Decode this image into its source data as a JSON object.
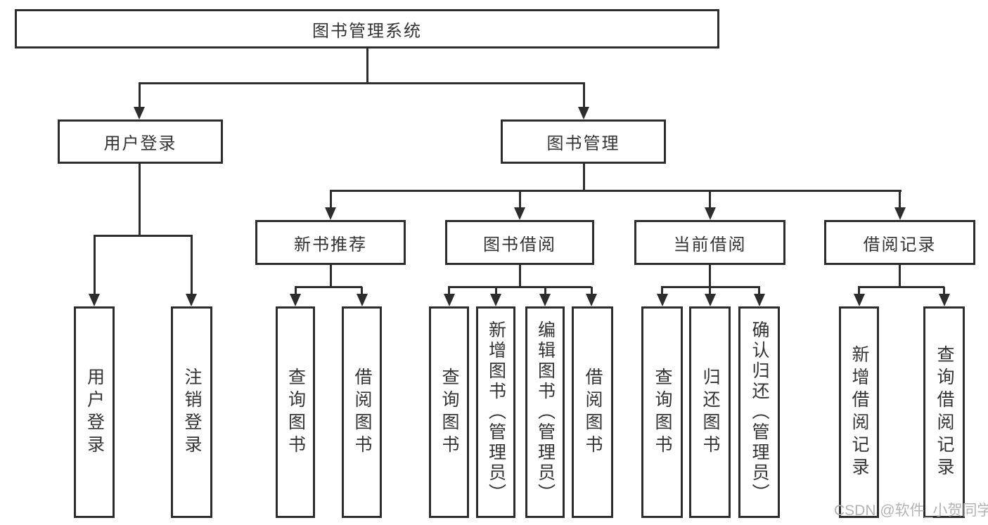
{
  "tree": {
    "label": "图书管理系统",
    "children": [
      {
        "label": "用户登录",
        "children": [
          {
            "label": "用户登录"
          },
          {
            "label": "注销登录"
          }
        ]
      },
      {
        "label": "图书管理",
        "children": [
          {
            "label": "新书推荐",
            "children": [
              {
                "label": "查询图书"
              },
              {
                "label": "借阅图书"
              }
            ]
          },
          {
            "label": "图书借阅",
            "children": [
              {
                "label": "查询图书"
              },
              {
                "label": "新增图书（管理员）"
              },
              {
                "label": "编辑图书（管理员）"
              },
              {
                "label": "借阅图书"
              }
            ]
          },
          {
            "label": "当前借阅",
            "children": [
              {
                "label": "查询图书"
              },
              {
                "label": "归还图书"
              },
              {
                "label": "确认归还（管理员）"
              }
            ]
          },
          {
            "label": "借阅记录",
            "children": [
              {
                "label": "新增借阅记录"
              },
              {
                "label": "查询借阅记录"
              }
            ]
          }
        ]
      }
    ]
  },
  "watermark": "CSDN @软件_小贺同学",
  "colors": {
    "line": "#2d2d2d",
    "text": "#333333",
    "watermark": "#b3b3b3",
    "box_fill": "#ffffff",
    "background": "#ffffff"
  }
}
